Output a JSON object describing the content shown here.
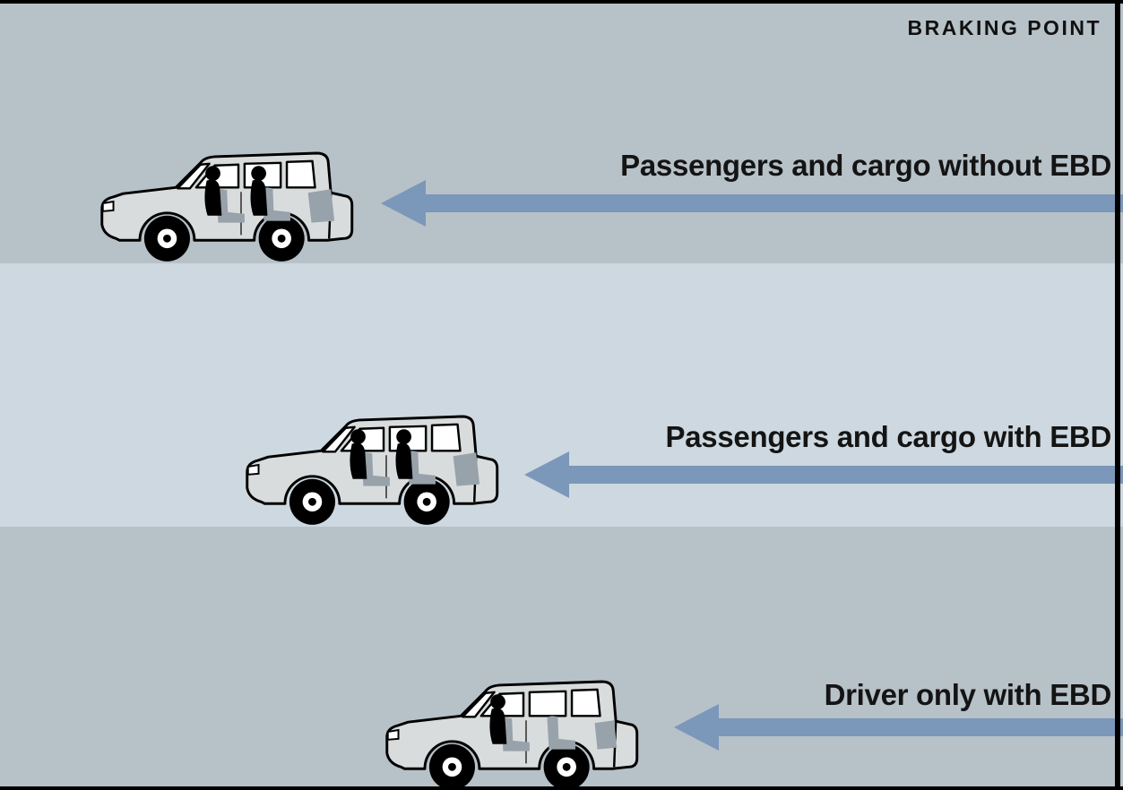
{
  "figure": {
    "braking_point_label": "BRAKING POINT",
    "rows": [
      {
        "label": "Passengers and cargo without EBD",
        "vehicle": "SUV with driver, passengers and cargo"
      },
      {
        "label": "Passengers and cargo with EBD",
        "vehicle": "SUV with driver, passengers and cargo"
      },
      {
        "label": "Driver only with EBD",
        "vehicle": "SUV with driver only"
      }
    ],
    "colors": {
      "band": "#b7c1c8",
      "band_highlight": "#cdd8e0",
      "arrow": "#7b97b9",
      "braking_line": "#000000"
    }
  }
}
